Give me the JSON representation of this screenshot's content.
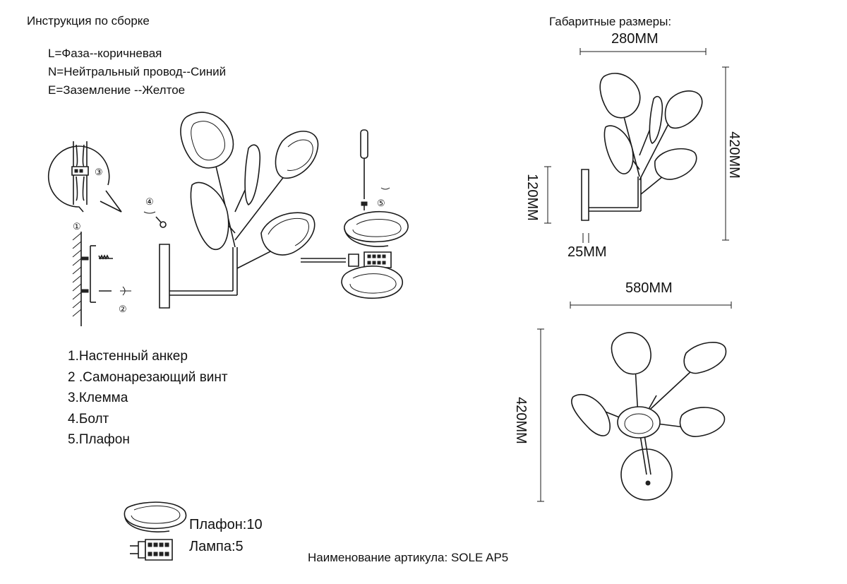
{
  "title": "Инструкция по сборке",
  "wiring": [
    "L=Фаза--коричневая",
    "N=Нейтральный провод--Синий",
    "E=Заземление --Желтое"
  ],
  "parts": [
    "1.Настенный анкер",
    "2 .Самонарезающий винт",
    "3.Клемма",
    "4.Болт",
    "5.Плафон"
  ],
  "callouts": [
    "①",
    "②",
    "③",
    "④",
    "⑤"
  ],
  "dimensions": {
    "title": "Габаритные размеры:",
    "width_side": "280MM",
    "height_side": "420MM",
    "plate_height": "120MM",
    "plate_depth": "25MM",
    "width_front": "580MM",
    "height_front": "420MM"
  },
  "quantities": {
    "shade": "Плафон:10",
    "lamp": "Лампа:5"
  },
  "article": "Наименование артикула: SOLE AP5",
  "icons": [
    "shade-icon",
    "lamp-module-icon",
    "screwdriver-icon",
    "terminal-block-icon"
  ]
}
